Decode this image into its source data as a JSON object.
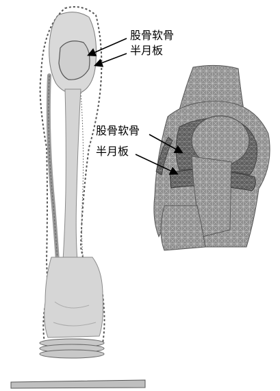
{
  "labels": {
    "left_cartilage": "股骨软骨",
    "left_meniscus": "半月板",
    "right_cartilage": "股骨软骨",
    "right_meniscus": "半月板"
  },
  "colors": {
    "bone_fill": "#d9d9d9",
    "bone_shade": "#b7b7b7",
    "mesh_fill": "#8f8f8f",
    "mesh_dark": "#5f5f5f",
    "mesh_line": "#cfcfcf",
    "outline": "#5a5a5a",
    "arrow": "#000000"
  }
}
